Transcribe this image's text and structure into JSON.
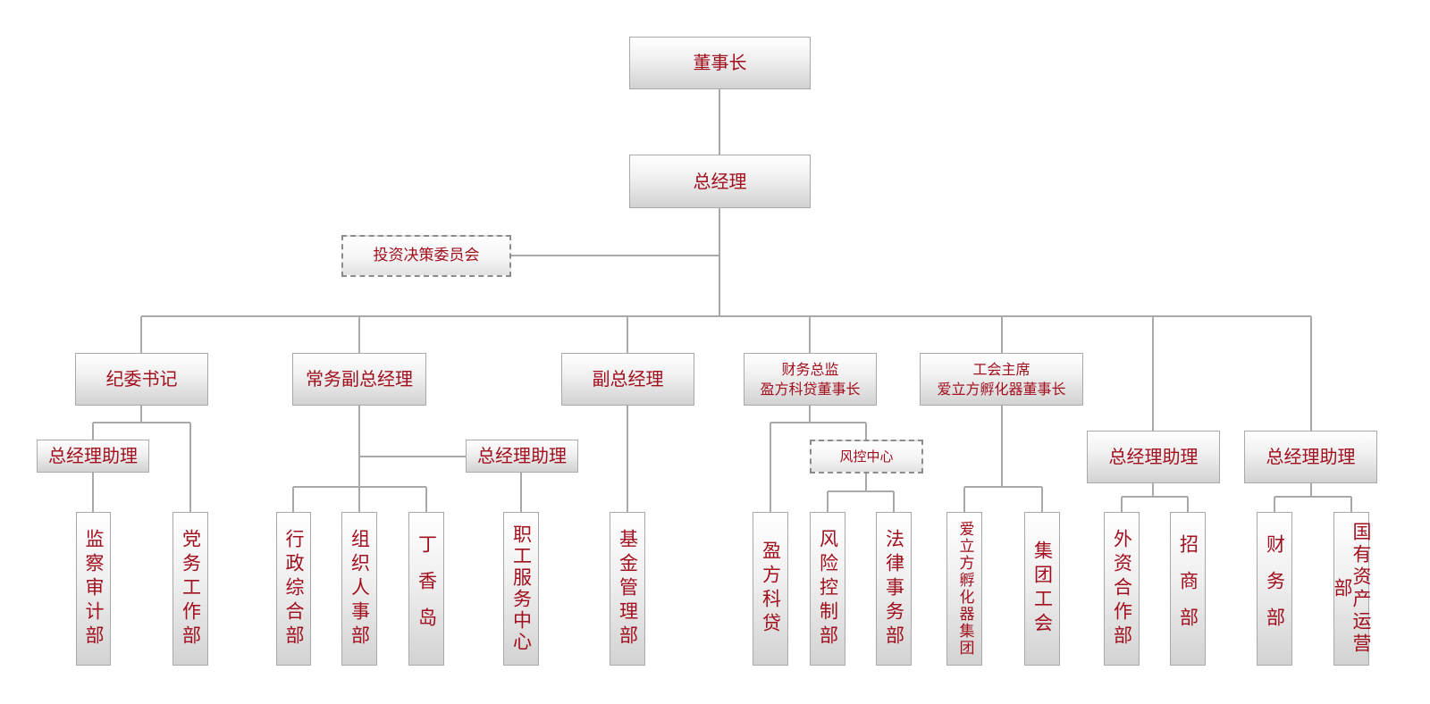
{
  "chart": {
    "chairman": "董事长",
    "general_manager": "总经理",
    "investment_committee": "投资决策委员会",
    "executives": [
      "纪委书记",
      "常务副总经理",
      "副总经理",
      "财务总监\n盈方科贷董事长",
      "工会主席\n爱立方孵化器董事长",
      "总经理助理",
      "总经理助理"
    ],
    "assistants": [
      "总经理助理",
      "总经理助理"
    ],
    "risk_center": "风控中心",
    "departments": [
      "监察审计部",
      "党务工作部",
      "行政综合部",
      "组织人事部",
      "丁香岛",
      "职工服务中心",
      "基金管理部",
      "盈方科贷",
      "风险控制部",
      "法律事务部",
      "爱立方孵化器集团",
      "集团工会",
      "外资合作部",
      "招商部",
      "财务部",
      "国有资产运营部"
    ]
  },
  "colors": {
    "text": "#a10f1e",
    "connector": "#a9a9a9",
    "box_border": "#a9a9a9"
  }
}
